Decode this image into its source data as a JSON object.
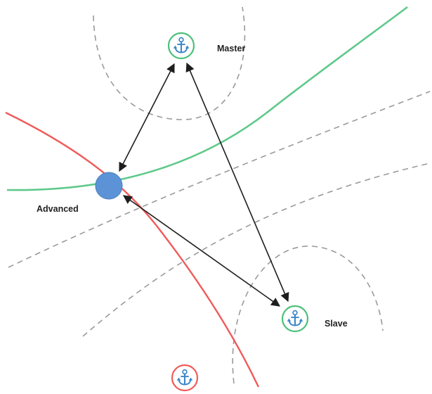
{
  "labels": {
    "master": "Master",
    "slave": "Slave",
    "advanced": "Advanced"
  },
  "colors": {
    "green_curve": "#5ec98a",
    "red_curve": "#ef5b5b",
    "dashed": "#9a9a9a",
    "arrow": "#1e1e1e",
    "advanced_node": "#5b93d6",
    "anchor_icon": "#3a86c8",
    "anchor_ring_green": "#4cc07a",
    "anchor_ring_red": "#ef5b5b"
  },
  "icons": {
    "master": "anchor-icon",
    "slave": "anchor-icon",
    "bottom": "anchor-icon"
  }
}
